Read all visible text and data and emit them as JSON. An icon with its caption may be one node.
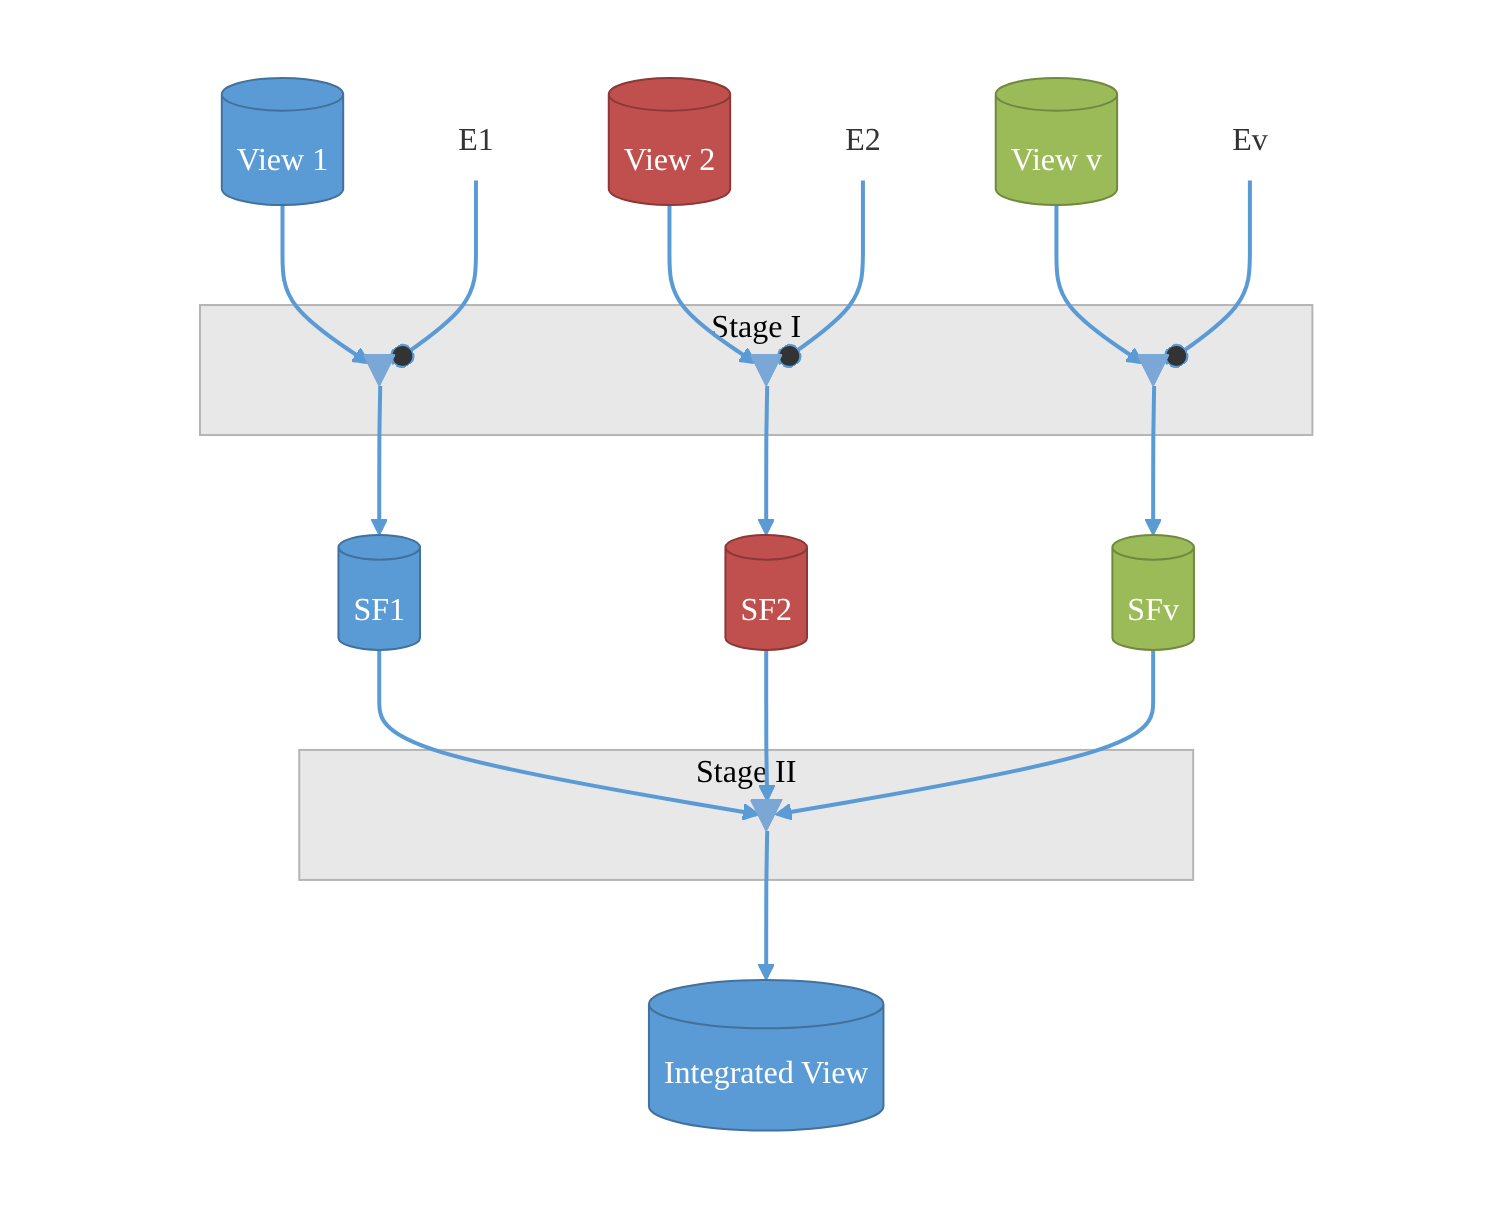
{
  "diagram": {
    "nodes": [
      {
        "text": [
          "View 1"
        ]
      },
      {
        "text": [
          "View 2"
        ]
      },
      {
        "text": [
          "View v"
        ]
      },
      {
        "text": [
          "Stage I"
        ]
      },
      {
        "text": [],
        "shape": "triangle",
        "in": 3
      },
      {
        "text": [],
        "shape": "triangle",
        "in": 3
      },
      {
        "text": [],
        "shape": "triangle",
        "in": 3
      },
      {
        "text": [
          "E1"
        ]
      },
      {
        "text": [
          "E2"
        ]
      },
      {
        "text": [
          "Ev"
        ]
      },
      {
        "text": [
          "SF1"
        ]
      },
      {
        "text": [
          "SF2"
        ]
      },
      {
        "text": [
          "SFv"
        ]
      },
      {
        "text": [
          "Stage II"
        ]
      },
      {
        "text": [],
        "shape": "triangle",
        "in": 13
      },
      {
        "text": [
          "Integrated View"
        ]
      }
    ],
    "edges": [
      {
        "from": 0,
        "to": 4,
        "arrow": "to"
      },
      {
        "from": 1,
        "to": 5,
        "arrow": "to"
      },
      {
        "from": 2,
        "to": 6,
        "arrow": "to"
      },
      {
        "from": 7,
        "to": 4,
        "arrow": "other"
      },
      {
        "from": 8,
        "to": 5,
        "arrow": "other"
      },
      {
        "from": 9,
        "to": 6,
        "arrow": "other"
      },
      {
        "from": 4,
        "to": 10,
        "arrow": "to"
      },
      {
        "from": 5,
        "to": 11,
        "arrow": "to"
      },
      {
        "from": 6,
        "to": 12,
        "arrow": "to"
      },
      {
        "from": 10,
        "to": 14,
        "arrow": "to"
      },
      {
        "from": 11,
        "to": 14,
        "arrow": "to"
      },
      {
        "from": 12,
        "to": 14,
        "arrow": "to"
      },
      {
        "from": 14,
        "to": 15,
        "arrow": "to"
      }
    ]
  }
}
